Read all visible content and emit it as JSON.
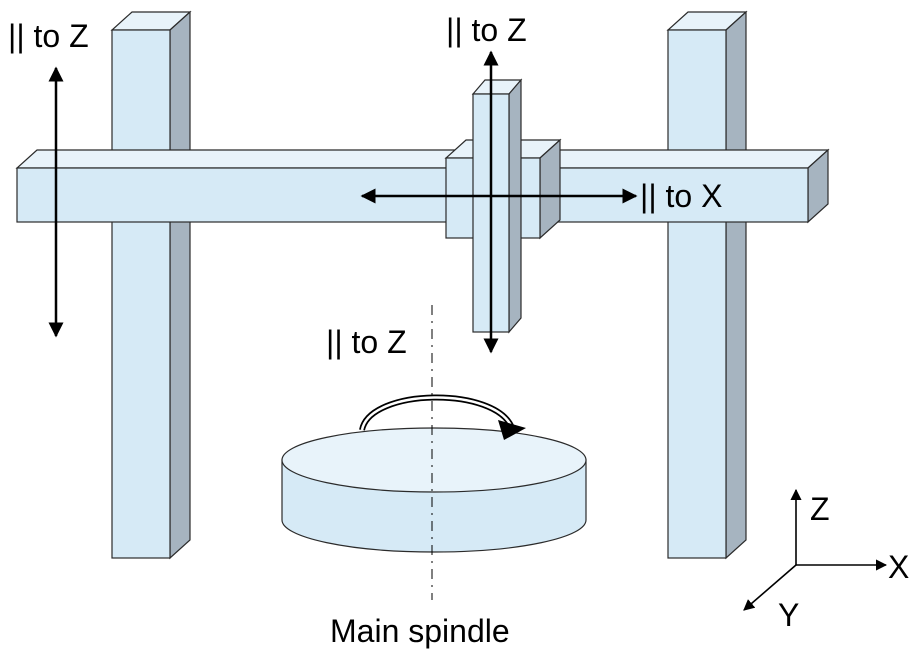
{
  "labels": {
    "left_column_motion": "|| to Z",
    "ram_motion": "|| to Z",
    "crossrail_motion": "|| to X",
    "spindle_motion": "|| to Z",
    "spindle_name": "Main spindle"
  },
  "axes": {
    "z": "Z",
    "x": "X",
    "y": "Y"
  },
  "colors": {
    "front": "#d6eaf6",
    "top": "#e8f3fa",
    "side": "#a6b4c0",
    "edge": "#2b2b2b",
    "ink": "#000000"
  }
}
